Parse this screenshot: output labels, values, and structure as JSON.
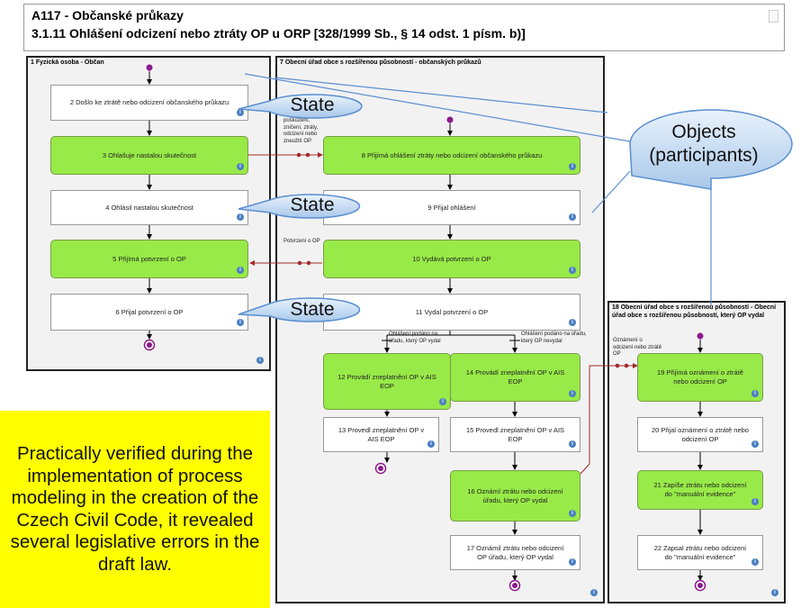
{
  "header": {
    "title": "A117 - Občanské průkazy",
    "subtitle": "3.1.11 Ohlášení odcizení nebo ztráty OP u ORP [328/1999 Sb., § 14 odst. 1 písm. b)]"
  },
  "lanes": {
    "lane1": "1 Fyzická osoba - Občan",
    "lane2": "7 Obecní úřad obce s rozšířenou působností - občanských průkazů",
    "lane3": "18 Obecní úřad obce s rozšířenou působností - Obecní úřad obce s rozšířenou působností, který OP vydal"
  },
  "nodes": {
    "n2": "2 Došlo ke ztrátě nebo odcizení občanského průkazu",
    "n3": "3 Ohlašuje nastalou skutečnost",
    "n4": "4 Ohlásil nastalou skutečnost",
    "n5": "5 Přijímá potvrzení o OP",
    "n6": "6 Přijal potvrzení o OP",
    "n8": "8 Přijímá ohlášení ztráty nebo odcizení občanského průkazu",
    "n9": "9 Přijal ohlášení",
    "n10": "10 Vydává potvrzení o OP",
    "n11": "11 Vydal potvrzení o OP",
    "n12": "12 Provádí zneplatnění OP v AIS EOP",
    "n13": "13 Provedl zneplatnění OP v AIS EOP",
    "n14": "14 Provádí zneplatnění OP v AIS EOP",
    "n15": "15 Provedl zneplatnění OP v AIS EOP",
    "n16": "16 Oznámí ztrátu nebo odcizení úřadu, který OP vydal",
    "n17": "17 Oznámil ztrátu nebo odcizení OP úřadu, který OP vydal",
    "n19": "19 Přijímá oznámení o ztrátě nebo odcizení OP",
    "n20": "20 Přijal oznámení o ztrátě nebo odcizení OP",
    "n21": "21 Zapíše ztrátu nebo odcizení do \"manuální evidence\"",
    "n22": "22 Zapsal ztrátu nebo odcizení do \"manuální evidence\""
  },
  "flow_labels": {
    "msg1": "poškození, zničení, ztráty, odcizení nebo zneužití OP",
    "msg2": "Potvrzení o OP",
    "branch1": "Ohlášení podáno na úřadu, který OP vydal",
    "branch2": "Ohlášení podáno na úřadu, který OP nevydal",
    "msg3": "Oznámení o odcizení nebo ztrátě OP"
  },
  "callouts": {
    "state1": "State",
    "state2": "State",
    "state3": "State",
    "objects": "Objects (participants)"
  },
  "note": "Practically verified during the implementation of process modeling in the creation of the Czech Civil Code, it revealed several legislative errors in the draft law.",
  "info_icon": "i",
  "colors": {
    "activity": "#98ea48",
    "lane_bg": "#f2f2f2",
    "message_flow": "#a52a2a",
    "event": "#8b1a8b",
    "callout": "#b8d4f0",
    "note_bg": "#ffff00"
  }
}
